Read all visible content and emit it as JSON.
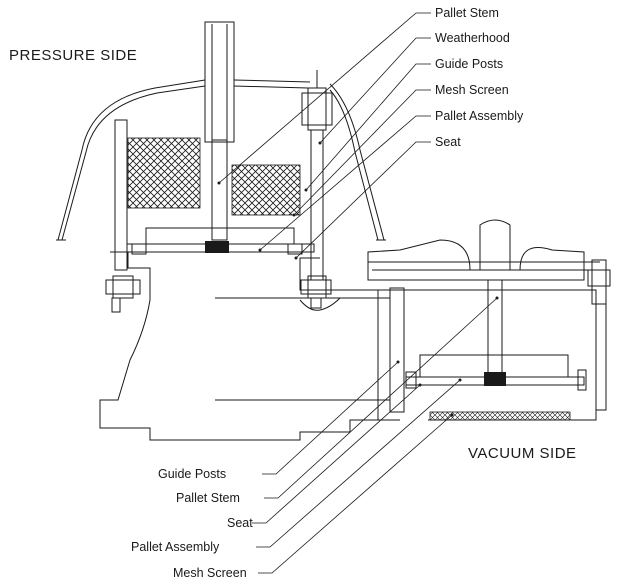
{
  "sides": {
    "pressure": "PRESSURE SIDE",
    "vacuum": "VACUUM SIDE"
  },
  "labels_top": [
    "Pallet Stem",
    "Weatherhood",
    "Guide Posts",
    "Mesh Screen",
    "Pallet Assembly",
    "Seat"
  ],
  "labels_bottom": [
    "Guide Posts",
    "Pallet Stem",
    "Seat",
    "Pallet Assembly",
    "Mesh Screen"
  ]
}
